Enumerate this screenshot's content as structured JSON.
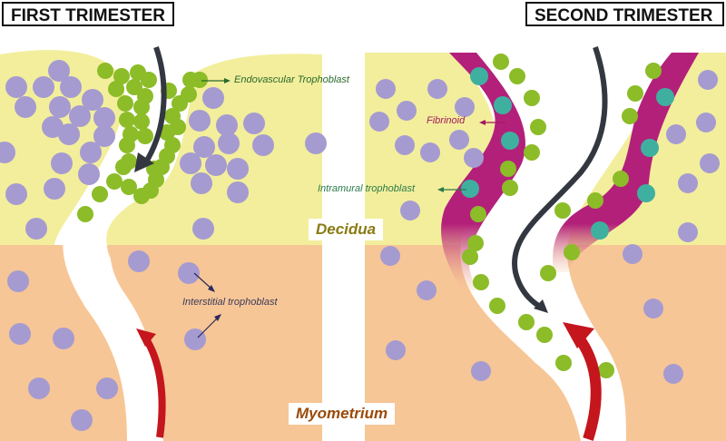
{
  "panels": {
    "first": {
      "title": "FIRST TRIMESTER"
    },
    "second": {
      "title": "SECOND TRIMESTER"
    }
  },
  "layers": {
    "decidua": "Decidua",
    "myometrium": "Myometrium"
  },
  "annotations": {
    "endovascular": "Endovascular Trophoblast",
    "fibrinoid": "Fibrinoid",
    "intramural": "Intramural trophoblast",
    "interstitial": "Interstitial trophoblast"
  },
  "legend_semantics": {
    "decidual_cell": "purple circle",
    "trophoblast_cell": "green circle",
    "intramural_trophoblast_cell": "teal circle in fibrinoid wall",
    "maternal_blood_inflow": "red arrow",
    "blood_outflow": "dark arrow"
  },
  "colors": {
    "decidua": "#f3ee9c",
    "myometrium": "#f7c696",
    "decidual_cell": "#a59bd0",
    "trophoblast": "#8cbc28",
    "intramural_cell": "#3fb0a0",
    "fibrinoid": "#b3207a",
    "inflow_arrow": "#c4161c",
    "outflow_arrow": "#333740",
    "title_text": "#111111"
  }
}
